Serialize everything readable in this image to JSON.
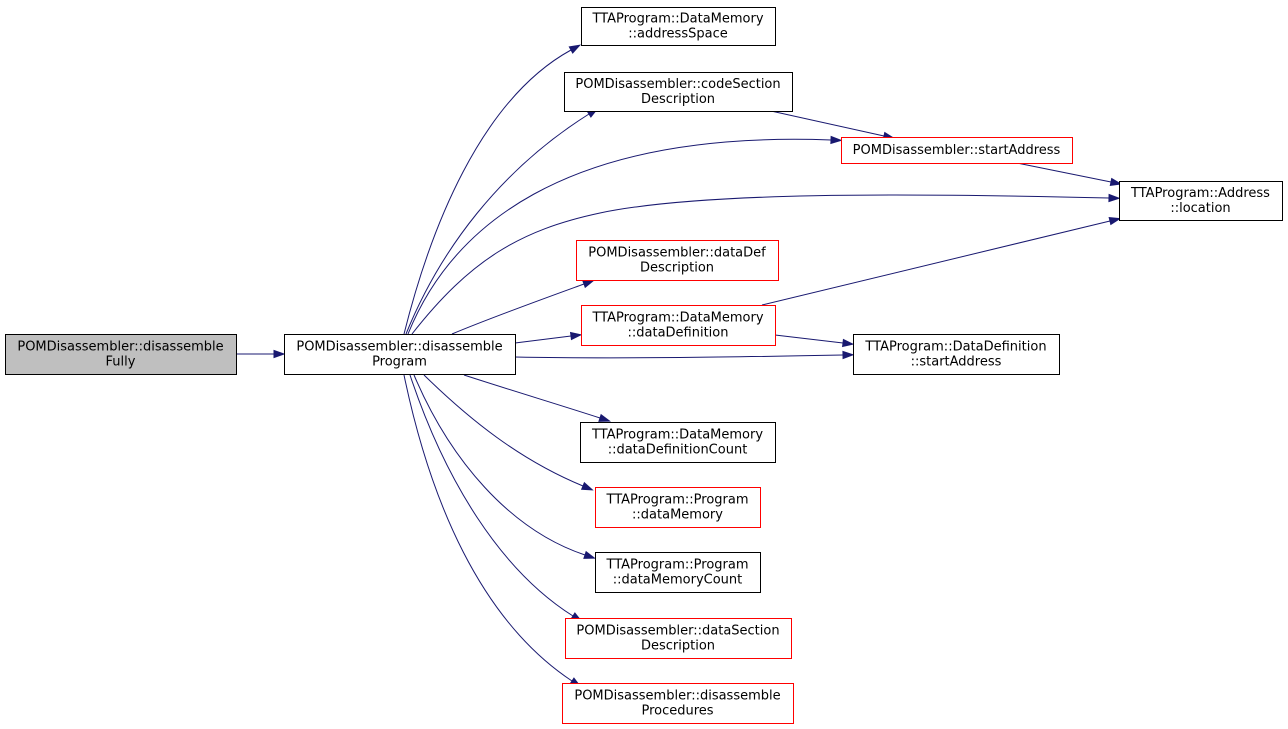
{
  "colors": {
    "edge": "#191970",
    "root_fill": "#bfbfbf",
    "default_border": "#000000",
    "truncated_border": "#ff0000",
    "node_fill": "#ffffff"
  },
  "nodes": [
    {
      "id": "fully",
      "lines": [
        "POMDisassembler::disassemble",
        "Fully"
      ],
      "style": "root"
    },
    {
      "id": "program",
      "lines": [
        "POMDisassembler::disassemble",
        "Program"
      ],
      "style": "default"
    },
    {
      "id": "addrspace",
      "lines": [
        "TTAProgram::DataMemory",
        "::addressSpace"
      ],
      "style": "default"
    },
    {
      "id": "codesec",
      "lines": [
        "POMDisassembler::codeSection",
        "Description"
      ],
      "style": "default"
    },
    {
      "id": "startaddr",
      "lines": [
        "POMDisassembler::startAddress"
      ],
      "style": "truncated"
    },
    {
      "id": "location",
      "lines": [
        "TTAProgram::Address",
        "::location"
      ],
      "style": "default"
    },
    {
      "id": "datadefdesc",
      "lines": [
        "POMDisassembler::dataDef",
        "Description"
      ],
      "style": "truncated"
    },
    {
      "id": "datadef",
      "lines": [
        "TTAProgram::DataMemory",
        "::dataDefinition"
      ],
      "style": "truncated"
    },
    {
      "id": "ddstart",
      "lines": [
        "TTAProgram::DataDefinition",
        "::startAddress"
      ],
      "style": "default"
    },
    {
      "id": "ddcount",
      "lines": [
        "TTAProgram::DataMemory",
        "::dataDefinitionCount"
      ],
      "style": "default"
    },
    {
      "id": "datamem",
      "lines": [
        "TTAProgram::Program",
        "::dataMemory"
      ],
      "style": "truncated"
    },
    {
      "id": "datamemcount",
      "lines": [
        "TTAProgram::Program",
        "::dataMemoryCount"
      ],
      "style": "default"
    },
    {
      "id": "datasec",
      "lines": [
        "POMDisassembler::dataSection",
        "Description"
      ],
      "style": "truncated"
    },
    {
      "id": "procs",
      "lines": [
        "POMDisassembler::disassemble",
        "Procedures"
      ],
      "style": "truncated"
    }
  ],
  "edges": [
    {
      "from": "fully",
      "to": "program"
    },
    {
      "from": "program",
      "to": "addrspace"
    },
    {
      "from": "program",
      "to": "codesec"
    },
    {
      "from": "program",
      "to": "startaddr"
    },
    {
      "from": "program",
      "to": "location"
    },
    {
      "from": "program",
      "to": "datadefdesc"
    },
    {
      "from": "program",
      "to": "datadef"
    },
    {
      "from": "program",
      "to": "ddstart"
    },
    {
      "from": "program",
      "to": "ddcount"
    },
    {
      "from": "program",
      "to": "datamem"
    },
    {
      "from": "program",
      "to": "datamemcount"
    },
    {
      "from": "program",
      "to": "datasec"
    },
    {
      "from": "program",
      "to": "procs"
    },
    {
      "from": "codesec",
      "to": "startaddr"
    },
    {
      "from": "startaddr",
      "to": "location"
    },
    {
      "from": "datadef",
      "to": "location"
    },
    {
      "from": "datadef",
      "to": "ddstart"
    }
  ]
}
